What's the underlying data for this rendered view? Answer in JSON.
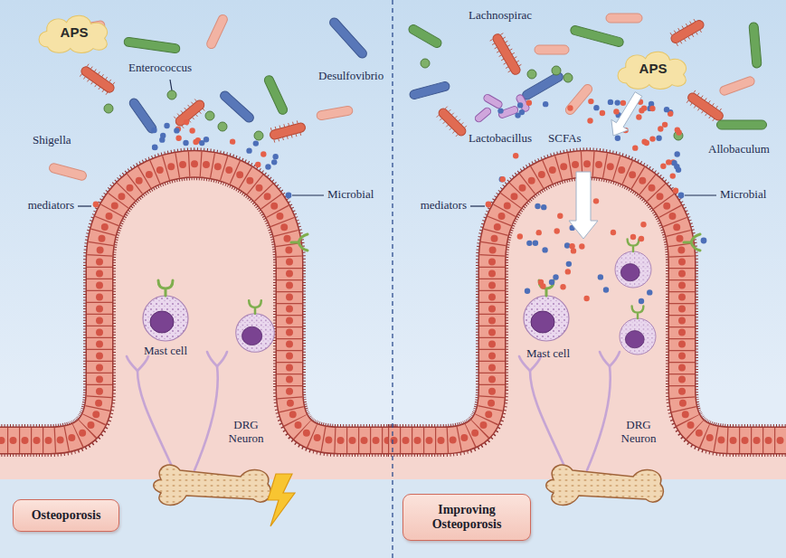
{
  "diagram": {
    "nodes": [
      {
        "text": [
          "APS"
        ]
      },
      {
        "text": [
          "Osteoporosis"
        ]
      },
      {
        "text": [
          "APS"
        ]
      },
      {
        "text": [
          "Improving Osteoporosis"
        ]
      }
    ],
    "labels": [
      "Enterococcus",
      "Desulfovibrio",
      "Shigella",
      "mediators",
      "Microbial",
      "Mast cell",
      "DRG Neuron",
      "Lachnospirac",
      "Lactobacillus",
      "SCFAs",
      "Allobaculum",
      "mediators",
      "Microbial",
      "Mast cell",
      "DRG Neuron"
    ]
  }
}
